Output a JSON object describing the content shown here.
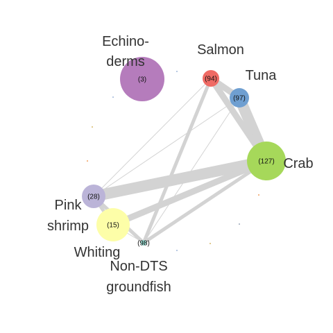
{
  "nodes": [
    {
      "id": "echinoderms",
      "label_lines": [
        "Echino-",
        "derms"
      ],
      "count": "(3)",
      "color": "#b57cbc"
    },
    {
      "id": "salmon",
      "label_lines": [
        "Salmon"
      ],
      "count": "(94)",
      "color": "#ef6a64"
    },
    {
      "id": "tuna",
      "label_lines": [
        "Tuna"
      ],
      "count": "(97)",
      "color": "#6f9fd1"
    },
    {
      "id": "crab",
      "label_lines": [
        "Crab"
      ],
      "count": "(127)",
      "color": "#a6d85a"
    },
    {
      "id": "pink-shrimp",
      "label_lines": [
        "Pink",
        "shrimp"
      ],
      "count": "(28)",
      "color": "#bbb4d8"
    },
    {
      "id": "whiting",
      "label_lines": [
        "Whiting"
      ],
      "count": "(15)",
      "color": "#fdfea8"
    },
    {
      "id": "non-dts-groundfish",
      "label_lines": [
        "Non-DTS",
        "groundfish"
      ],
      "count": "(98)",
      "color": "#8fd3c9"
    }
  ],
  "edges": [
    {
      "source": "pink-shrimp",
      "target": "crab",
      "weight": "heavy"
    },
    {
      "source": "tuna",
      "target": "crab",
      "weight": "heavy"
    },
    {
      "source": "salmon",
      "target": "crab",
      "weight": "medium"
    },
    {
      "source": "salmon",
      "target": "tuna",
      "weight": "medium"
    },
    {
      "source": "whiting",
      "target": "crab",
      "weight": "medium"
    },
    {
      "source": "pink-shrimp",
      "target": "whiting",
      "weight": "light"
    },
    {
      "source": "non-dts-groundfish",
      "target": "crab",
      "weight": "light"
    },
    {
      "source": "pink-shrimp",
      "target": "non-dts-groundfish",
      "weight": "light"
    },
    {
      "source": "salmon",
      "target": "non-dts-groundfish",
      "weight": "light"
    },
    {
      "source": "tuna",
      "target": "non-dts-groundfish",
      "weight": "thin"
    },
    {
      "source": "pink-shrimp",
      "target": "tuna",
      "weight": "thin"
    },
    {
      "source": "pink-shrimp",
      "target": "salmon",
      "weight": "thin"
    },
    {
      "source": "whiting",
      "target": "non-dts-groundfish",
      "weight": "thin"
    }
  ],
  "edge_color": "#d3d3d3"
}
